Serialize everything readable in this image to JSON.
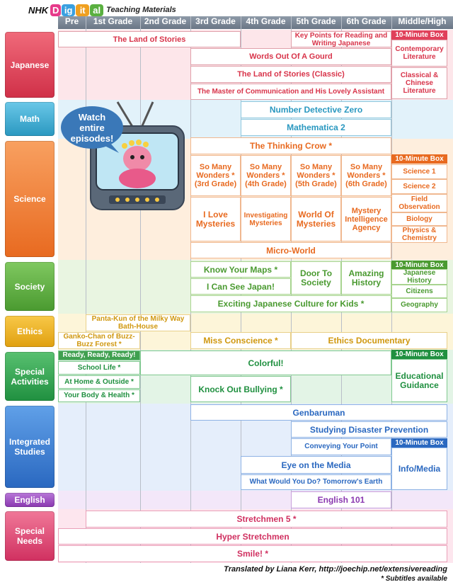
{
  "header": {
    "logo_nhk": "NHK",
    "logo_letters": [
      "D",
      "ig",
      "it",
      "al"
    ],
    "logo_subtitle": "Teaching Materials",
    "grades": [
      "Pre",
      "1st Grade",
      "2nd Grade",
      "3rd Grade",
      "4th Grade",
      "5th Grade",
      "6th Grade",
      "Middle/High"
    ]
  },
  "subjects": {
    "japanese": "Japanese",
    "math": "Math",
    "science": "Science",
    "society": "Society",
    "ethics": "Ethics",
    "special_activities": "Special Activities",
    "integrated": "Integrated Studies",
    "english": "English",
    "special_needs": "Special Needs"
  },
  "tv": {
    "bubble": "Watch entire episodes!"
  },
  "tag_label": "10-Minute Box",
  "programs": {
    "japanese": {
      "land_of_stories": "The Land of Stories",
      "key_points": "Key Points for Reading and Writing Japanese",
      "words_gourd": "Words Out Of A Gourd",
      "land_classic": "The Land of Stories (Classic)",
      "master": "The Master of Communication and His Lovely Assistant",
      "contemporary": "Contemporary Literature",
      "classical": "Classical & Chinese Literature"
    },
    "math": {
      "number_detective": "Number Detective Zero",
      "mathematica": "Mathematica 2"
    },
    "science": {
      "thinking_crow": "The Thinking Crow *",
      "wonders3": "So Many Wonders * (3rd Grade)",
      "wonders4": "So Many Wonders * (4th Grade)",
      "wonders5": "So Many Wonders * (5th Grade)",
      "wonders6": "So Many Wonders * (6th Grade)",
      "love_mysteries": "I Love Mysteries",
      "investigating": "Investigating Mysteries",
      "world_of_mysteries": "World Of Mysteries",
      "mystery_agency": "Mystery Intelligence Agency",
      "micro_world": "Micro-World",
      "box_items": [
        "Science 1",
        "Science 2",
        "Field Observation",
        "Biology",
        "Physics & Chemistry"
      ]
    },
    "society": {
      "know_maps": "Know Your Maps *",
      "see_japan": "I Can See Japan!",
      "door": "Door To Society",
      "amazing": "Amazing History",
      "culture": "Exciting Japanese Culture for Kids *",
      "box_items": [
        "Japanese History",
        "Citizens",
        "Geography"
      ]
    },
    "ethics": {
      "panta": "Panta-Kun of the Milky Way Bath-House",
      "ganko": "Ganko-Chan of Buzz-Buzz Forest *",
      "miss": "Miss Conscience *",
      "documentary": "Ethics Documentary"
    },
    "special": {
      "ready": "Ready, Ready, Ready!",
      "school_life": "School Life *",
      "home_outside": "At Home & Outside *",
      "body_health": "Your Body & Health *",
      "colorful": "Colorful!",
      "bullying": "Knock Out Bullying *",
      "guidance": "Educational Guidance"
    },
    "integrated": {
      "genbaruman": "Genbaruman",
      "disaster": "Studying Disaster Prevention",
      "conveying": "Conveying Your Point",
      "eye_media": "Eye on the Media",
      "what_would": "What Would You Do? Tomorrow's Earth",
      "info_media": "Info/Media"
    },
    "english": {
      "english101": "English 101"
    },
    "needs": {
      "stretchmen5": "Stretchmen 5 *",
      "hyper": "Hyper Stretchmen",
      "smile": "Smile! *"
    }
  },
  "footer": {
    "credit": "Translated by Liana Kerr, http://joechip.net/extensivereading",
    "note": "* Subtitles available"
  },
  "colors": {
    "japanese": "#d8344a",
    "math": "#3aa8c8",
    "science": "#f07a30",
    "society": "#5aa83c",
    "ethics": "#e8a818",
    "special": "#2a9a4a",
    "integrated": "#3a78c8",
    "english": "#9a48c0",
    "needs": "#d83a6a"
  }
}
